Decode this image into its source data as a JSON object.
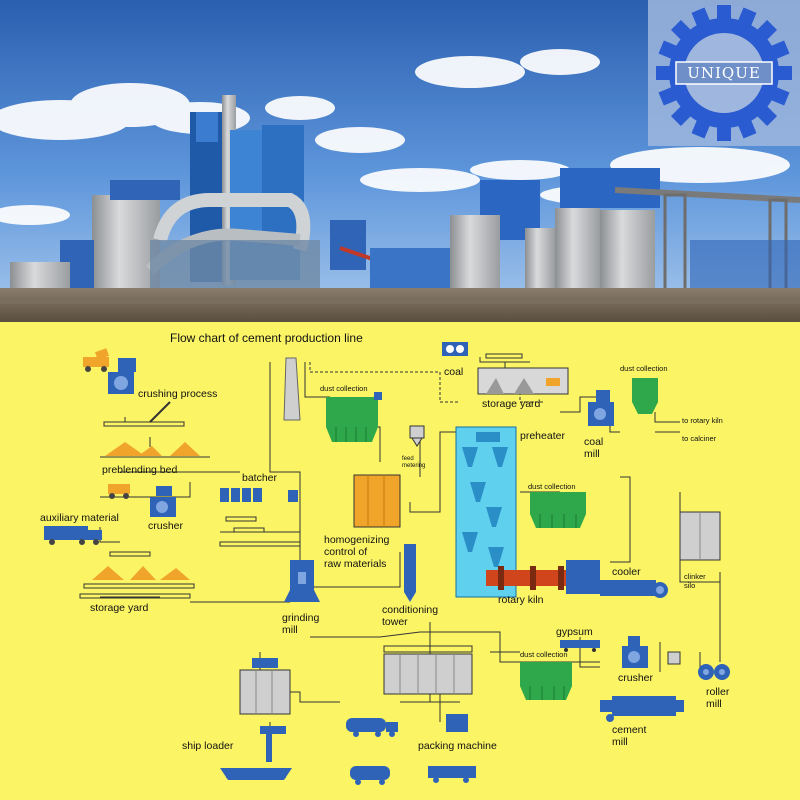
{
  "logo": {
    "brand_text": "UNIQUE"
  },
  "diagram": {
    "title": "Flow chart of cement production line",
    "labels": {
      "crushing_process": "crushing process",
      "prebending_bed": "preblending bed",
      "batcher": "batcher",
      "crusher_1": "crusher",
      "auxiliary_material": "auxiliary material",
      "storage_yard_1": "storage yard",
      "grinding_mill": [
        "grinding",
        "mill"
      ],
      "dust_collection_1": "dust collection",
      "homogenizing": [
        "homogenizing",
        "control of",
        "raw materials"
      ],
      "feed_metering": [
        "feed",
        "metering"
      ],
      "conditioning_tower": [
        "conditioning",
        "tower"
      ],
      "coal": "coal",
      "storage_yard_2": "storage yard",
      "preheater": "preheater",
      "coal_mill": [
        "coal",
        "mill"
      ],
      "dust_collection_2": "dust collection",
      "to_rotary_kiln": "to rotary kiln",
      "to_calciner": "to calciner",
      "dust_collection_3": "dust collection",
      "cooler": "cooler",
      "rotary_kiln": "rotary kiln",
      "clinker_silo": [
        "clinker",
        "silo"
      ],
      "gypsum": "gypsum",
      "dust_collection_4": "dust collection",
      "crusher_2": "crusher",
      "roller_mill": [
        "roller",
        "mill"
      ],
      "cement_mill": [
        "cement",
        "mill"
      ],
      "ship_loader": "ship loader",
      "packing_machine": "packing machine"
    }
  },
  "colors": {
    "diagram_bg": "#fbf566",
    "machine_blue": "#2f63b8",
    "dust_green": "#2ea84a",
    "preheater_cyan": "#5fd0ee",
    "kiln_red": "#d0451c",
    "storage_orange": "#f0a52a",
    "sky_top": "#2a5fb0",
    "logo_gear": "#2a5bd0"
  }
}
